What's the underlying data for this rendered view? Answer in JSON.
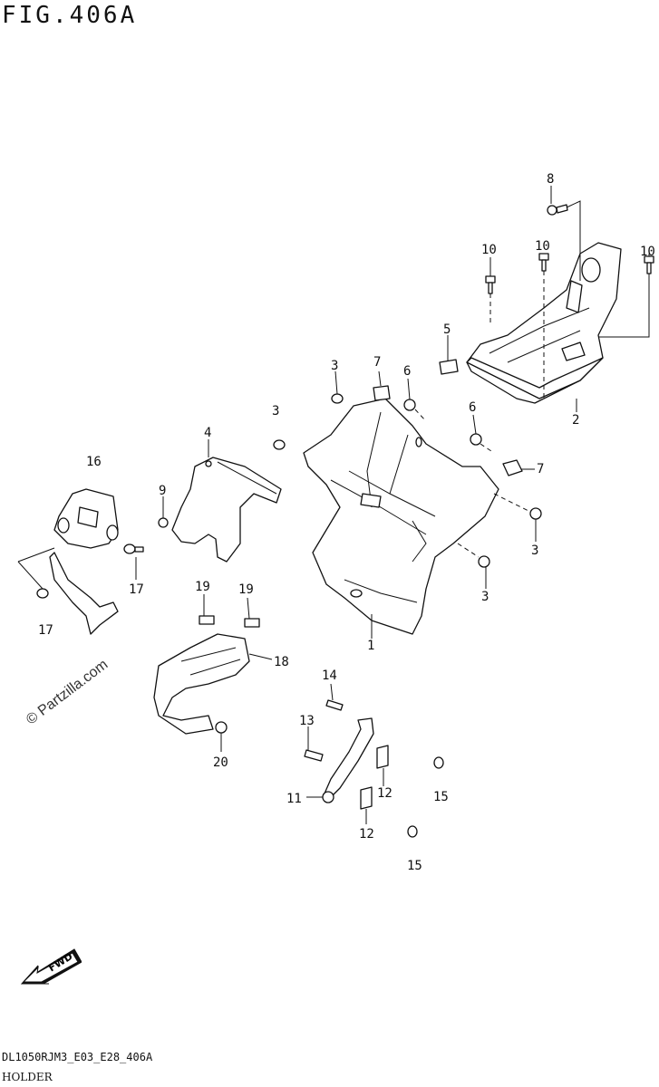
{
  "figure_title": "FIG.406A",
  "footer_code": "DL1050RJM3_E03_E28_406A",
  "footer_name": "HOLDER",
  "watermark": "© Partzilla.com",
  "fwd_label": "FWD",
  "callouts": {
    "c8": "8",
    "c10a": "10",
    "c10b": "10",
    "c10c": "10",
    "c5": "5",
    "c2": "2",
    "c3a": "3",
    "c7a": "7",
    "c6a": "6",
    "c3b": "3",
    "c6b": "6",
    "c7b": "7",
    "c3c": "3",
    "c3d": "3",
    "c1": "1",
    "c4": "4",
    "c9": "9",
    "c16": "16",
    "c17a": "17",
    "c17b": "17",
    "c19a": "19",
    "c19b": "19",
    "c18": "18",
    "c20": "20",
    "c14": "14",
    "c13": "13",
    "c11": "11",
    "c12a": "12",
    "c12b": "12",
    "c15a": "15",
    "c15b": "15"
  }
}
